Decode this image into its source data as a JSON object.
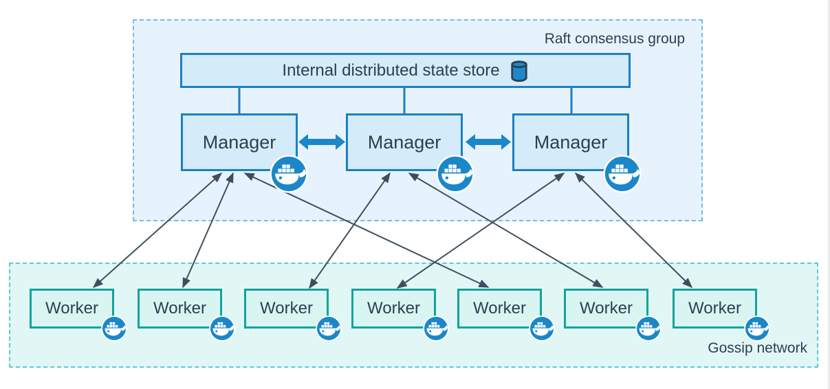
{
  "diagram": {
    "title_implicit": "Docker swarm mode architecture",
    "raft_group": {
      "label": "Raft consensus group",
      "state_store": {
        "label": "Internal distributed state store",
        "icon": "database-cylinder-icon"
      },
      "managers": [
        {
          "id": "manager-1",
          "label": "Manager",
          "badge_icon": "docker-whale-icon"
        },
        {
          "id": "manager-2",
          "label": "Manager",
          "badge_icon": "docker-whale-icon"
        },
        {
          "id": "manager-3",
          "label": "Manager",
          "badge_icon": "docker-whale-icon"
        }
      ]
    },
    "gossip_network": {
      "label": "Gossip network",
      "workers": [
        {
          "id": "worker-1",
          "label": "Worker",
          "badge_icon": "docker-whale-icon"
        },
        {
          "id": "worker-2",
          "label": "Worker",
          "badge_icon": "docker-whale-icon"
        },
        {
          "id": "worker-3",
          "label": "Worker",
          "badge_icon": "docker-whale-icon"
        },
        {
          "id": "worker-4",
          "label": "Worker",
          "badge_icon": "docker-whale-icon"
        },
        {
          "id": "worker-5",
          "label": "Worker",
          "badge_icon": "docker-whale-icon"
        },
        {
          "id": "worker-6",
          "label": "Worker",
          "badge_icon": "docker-whale-icon"
        },
        {
          "id": "worker-7",
          "label": "Worker",
          "badge_icon": "docker-whale-icon"
        }
      ]
    },
    "edges": {
      "state_store_to_managers": [
        "manager-1",
        "manager-2",
        "manager-3"
      ],
      "manager_to_manager_bidirectional": [
        [
          "manager-1",
          "manager-2"
        ],
        [
          "manager-2",
          "manager-3"
        ]
      ],
      "manager_to_worker_bidirectional": [
        [
          "manager-1",
          "worker-1"
        ],
        [
          "manager-1",
          "worker-2"
        ],
        [
          "manager-1",
          "worker-5"
        ],
        [
          "manager-2",
          "worker-3"
        ],
        [
          "manager-2",
          "worker-6"
        ],
        [
          "manager-3",
          "worker-4"
        ],
        [
          "manager-3",
          "worker-7"
        ]
      ]
    },
    "colors": {
      "manager_border_blue": "#1b7fc4",
      "manager_fill": "#d4ebf9",
      "raft_background": "#e7f3fc",
      "raft_dashed_border": "#76bbe3",
      "worker_border_teal": "#12a39b",
      "worker_fill": "#d9f5f2",
      "gossip_background": "#e1f7f6",
      "gossip_dashed_border": "#5fc9cc",
      "docker_badge_blue": "#1b87c9",
      "thick_arrow_blue": "#1b87c9",
      "thin_arrow_slate": "#3d4f5d",
      "text_dark": "#2d3e50"
    }
  }
}
